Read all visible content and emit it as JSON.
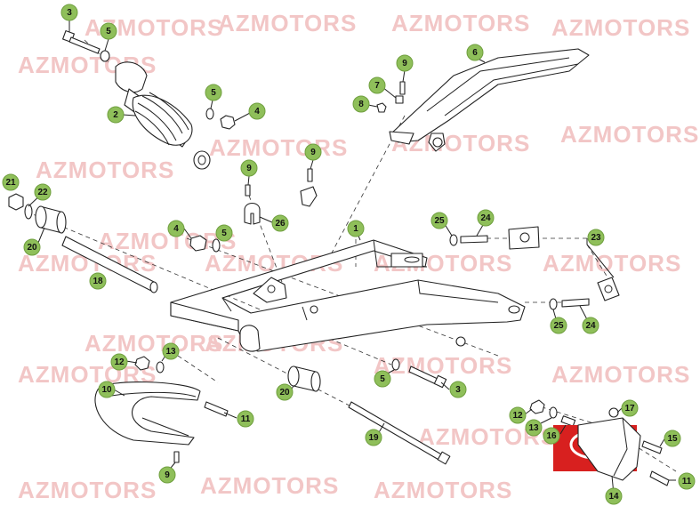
{
  "watermark": {
    "text": "AZMOTORS",
    "color": "#f2c6c6"
  },
  "badge_color": "#8fbf5a",
  "logo_colors": {
    "bg": "#d8201f",
    "inner": "#ffffff"
  },
  "callouts": [
    {
      "label": "3"
    },
    {
      "label": "5"
    },
    {
      "label": "2"
    },
    {
      "label": "5"
    },
    {
      "label": "4"
    },
    {
      "label": "9"
    },
    {
      "label": "6"
    },
    {
      "label": "7"
    },
    {
      "label": "8"
    },
    {
      "label": "21"
    },
    {
      "label": "22"
    },
    {
      "label": "20"
    },
    {
      "label": "18"
    },
    {
      "label": "9"
    },
    {
      "label": "9"
    },
    {
      "label": "26"
    },
    {
      "label": "4"
    },
    {
      "label": "5"
    },
    {
      "label": "1"
    },
    {
      "label": "25"
    },
    {
      "label": "24"
    },
    {
      "label": "23"
    },
    {
      "label": "25"
    },
    {
      "label": "24"
    },
    {
      "label": "12"
    },
    {
      "label": "13"
    },
    {
      "label": "10"
    },
    {
      "label": "11"
    },
    {
      "label": "9"
    },
    {
      "label": "20"
    },
    {
      "label": "5"
    },
    {
      "label": "3"
    },
    {
      "label": "19"
    },
    {
      "label": "12"
    },
    {
      "label": "13"
    },
    {
      "label": "16"
    },
    {
      "label": "17"
    },
    {
      "label": "15"
    },
    {
      "label": "14"
    },
    {
      "label": "11"
    }
  ]
}
